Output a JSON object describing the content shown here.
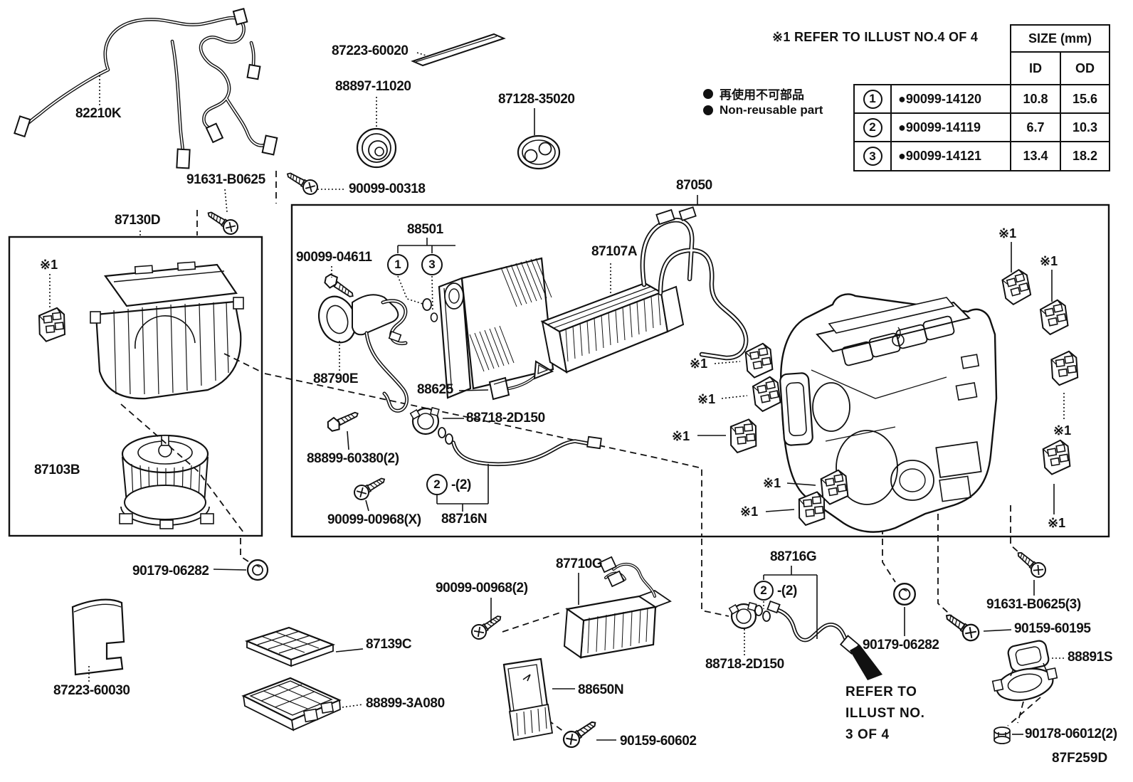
{
  "notes": {
    "ref4": "※1 REFER TO ILLUST NO.4 OF 4",
    "bullet_jp": "再使用不可部品",
    "bullet_en": "Non-reusable part",
    "refer_l1": "REFER TO",
    "refer_l2": "ILLUST NO.",
    "refer_l3": "3 OF 4",
    "marker": "※1",
    "diagram_code": "87F259D"
  },
  "size_table": {
    "title": "SIZE (mm)",
    "col_id": "ID",
    "col_od": "OD",
    "rows": [
      {
        "num": "1",
        "part": "●90099-14120",
        "id_mm": "10.8",
        "od_mm": "15.6"
      },
      {
        "num": "2",
        "part": "●90099-14119",
        "id_mm": "6.7",
        "od_mm": "10.3"
      },
      {
        "num": "3",
        "part": "●90099-14121",
        "id_mm": "13.4",
        "od_mm": "18.2"
      }
    ]
  },
  "callouts": {
    "c1": "1",
    "c2": "2",
    "c3": "3",
    "qty2": "-(2)"
  },
  "parts": {
    "p82210k": "82210K",
    "p91631b0625": "91631-B0625",
    "p87130d": "87130D",
    "p87223_60020": "87223-60020",
    "p88897_11020": "88897-11020",
    "p87128_35020": "87128-35020",
    "p90099_00318": "90099-00318",
    "p87050": "87050",
    "p90099_04611": "90099-04611",
    "p88501": "88501",
    "p87107a": "87107A",
    "p88790e": "88790E",
    "p88625": "88625",
    "p88718_2d150": "88718-2D150",
    "p88899_60380": "88899-60380(2)",
    "p90099_00968x": "90099-00968(X)",
    "p88716n": "88716N",
    "p87103b": "87103B",
    "p90179_06282": "90179-06282",
    "p87223_60030": "87223-60030",
    "p87139c": "87139C",
    "p88899_3a080": "88899-3A080",
    "p90099_00968_2": "90099-00968(2)",
    "p87710g": "87710G",
    "p88650n": "88650N",
    "p90159_60602": "90159-60602",
    "p88716g": "88716G",
    "p91631b0625_3": "91631-B0625(3)",
    "p90159_60195": "90159-60195",
    "p88891s": "88891S",
    "p90178_06012": "90178-06012(2)"
  }
}
